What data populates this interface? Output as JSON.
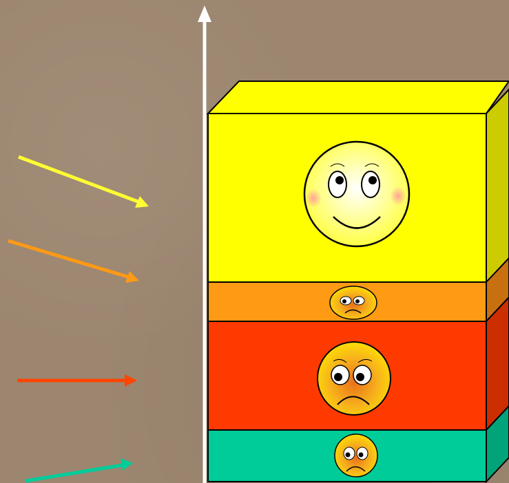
{
  "colors": {
    "background": "#9c8670",
    "yellow_layer": "#ffff00",
    "orange_layer": "#ff9a14",
    "red_layer": "#ff3a00",
    "teal_layer": "#00cc99",
    "yellow_arrow": "#ffff33",
    "orange_arrow": "#ff9a14",
    "red_arrow": "#ff4400",
    "teal_arrow": "#00cc99",
    "axis": "#ffffff"
  },
  "layers": [
    {
      "name": "top-layer",
      "color": "yellow",
      "face": "happy",
      "order": 1
    },
    {
      "name": "second-layer",
      "color": "orange",
      "face": "sad",
      "order": 2
    },
    {
      "name": "third-layer",
      "color": "red",
      "face": "sad",
      "order": 3
    },
    {
      "name": "bottom-layer",
      "color": "teal",
      "face": "sad",
      "order": 4
    }
  ],
  "arrows": [
    {
      "color": "yellow",
      "direction": "down-right"
    },
    {
      "color": "orange",
      "direction": "down-right"
    },
    {
      "color": "red",
      "direction": "right"
    },
    {
      "color": "teal",
      "direction": "up-right"
    }
  ],
  "icons": [
    "vertical-axis-arrow",
    "happy-face-icon",
    "sad-face-icon"
  ]
}
